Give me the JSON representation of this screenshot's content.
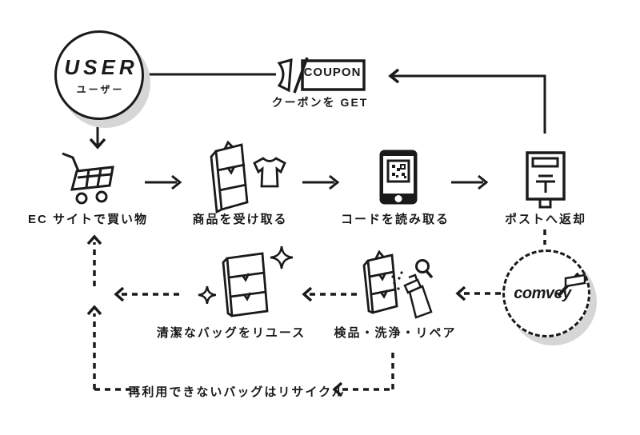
{
  "colors": {
    "ink": "#1a1a1a",
    "shadow": "#d6d6d6",
    "background": "#ffffff"
  },
  "user": {
    "title": "USER",
    "subtitle": "ユーザー"
  },
  "coupon": {
    "badge": "COUPON",
    "caption": "クーポンを GET"
  },
  "flow": {
    "shop": "EC サイトで買い物",
    "receive": "商品を受け取る",
    "scan": "コードを読み取る",
    "return": "ポストへ返却"
  },
  "provider": {
    "logo": "comvey"
  },
  "back": {
    "inspect": "検品・洗浄・リペア",
    "reuse": "清潔なバッグをリユース",
    "recycle": "再利用できないバッグはリサイクル"
  }
}
